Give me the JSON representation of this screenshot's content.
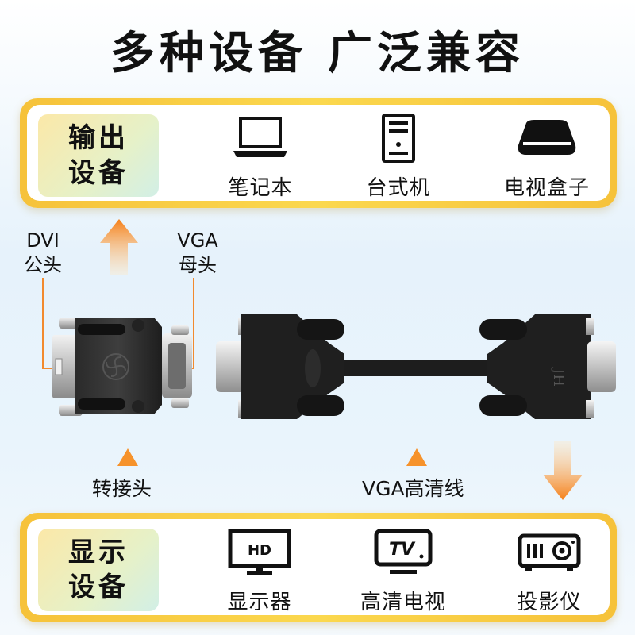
{
  "title_part1": "多种设备",
  "title_part2": "广泛兼容",
  "output": {
    "tag_line1": "输出",
    "tag_line2": "设备",
    "devices": [
      {
        "label": "笔记本",
        "icon": "laptop-icon"
      },
      {
        "label": "台式机",
        "icon": "desktop-tower-icon"
      },
      {
        "label": "电视盒子",
        "icon": "tv-box-icon"
      }
    ]
  },
  "connectors": {
    "dvi_line1": "DVI",
    "dvi_line2": "公头",
    "vga_line1": "VGA",
    "vga_line2": "母头",
    "adapter_caption": "转接头",
    "cable_caption": "VGA高清线",
    "cable_brand": "JH"
  },
  "display": {
    "tag_line1": "显示",
    "tag_line2": "设备",
    "devices": [
      {
        "label": "显示器",
        "icon": "hd-monitor-icon",
        "badge": "HD"
      },
      {
        "label": "高清电视",
        "icon": "tv-icon",
        "badge": "TV"
      },
      {
        "label": "投影仪",
        "icon": "projector-icon"
      }
    ]
  },
  "colors": {
    "panel_border": "#f6c23a",
    "arrow": "#f6922b",
    "cable_black": "#1d1d1d"
  }
}
